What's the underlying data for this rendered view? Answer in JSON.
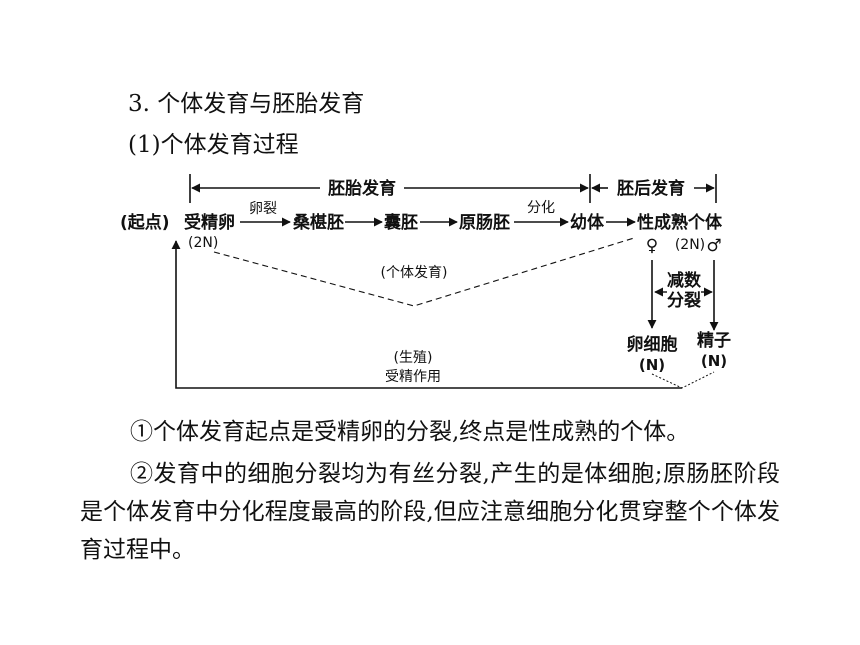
{
  "headings": {
    "section": "3. 个体发育与胚胎发育",
    "subsection": "(1)个体发育过程"
  },
  "diagram": {
    "phases": {
      "embryonic": "胚胎发育",
      "postembryonic": "胚后发育"
    },
    "nodes": {
      "start": "(起点)",
      "zygote": "受精卵",
      "zygote_ploidy": "(2N)",
      "morula": "桑椹胚",
      "blastula": "囊胚",
      "gastrula": "原肠胚",
      "juvenile": "幼体",
      "adult": "性成熟个体",
      "adult_ploidy": "(2N)",
      "female_symbol": "♀",
      "male_symbol": "♂",
      "egg": "卵细胞",
      "egg_ploidy": "(N)",
      "sperm": "精子",
      "sperm_ploidy": "(N)"
    },
    "edges": {
      "cleavage": "卵裂",
      "differentiation": "分化",
      "individual_development": "(个体发育)",
      "meiosis_line1": "减数",
      "meiosis_line2": "分裂",
      "reproduction": "(生殖)",
      "fertilization": "受精作用"
    }
  },
  "paragraphs": {
    "p1": "①个体发育起点是受精卵的分裂,终点是性成熟的个体。",
    "p2": "②发育中的细胞分裂均为有丝分裂,产生的是体细胞;原肠胚阶段是个体发育中分化程度最高的阶段,但应注意细胞分化贯穿整个个体发育过程中。"
  }
}
